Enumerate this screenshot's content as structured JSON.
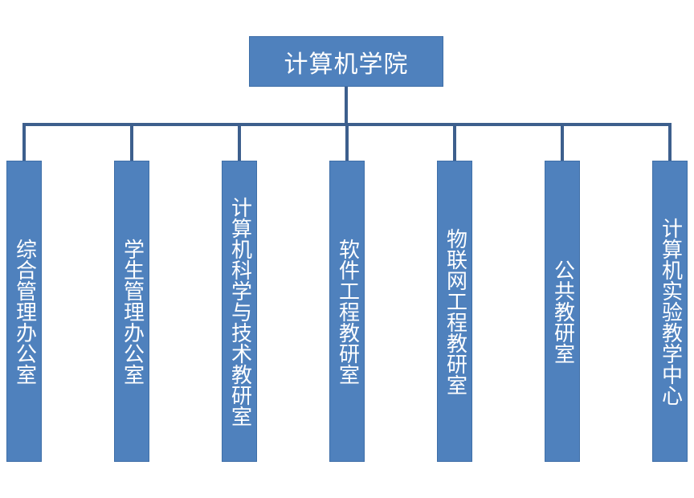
{
  "colors": {
    "box_fill": "#4f81bd",
    "connector": "#3d5f8d",
    "text": "#ffffff"
  },
  "org_chart": {
    "root": {
      "label": "计算机学院"
    },
    "children": [
      {
        "label": "综合管理办公室"
      },
      {
        "label": "学生管理办公室"
      },
      {
        "label": "计算机科学与技术教研室"
      },
      {
        "label": "软件工程教研室"
      },
      {
        "label": "物联网工程教研室"
      },
      {
        "label": "公共教研室"
      },
      {
        "label": "计算机实验教学中心"
      }
    ]
  }
}
